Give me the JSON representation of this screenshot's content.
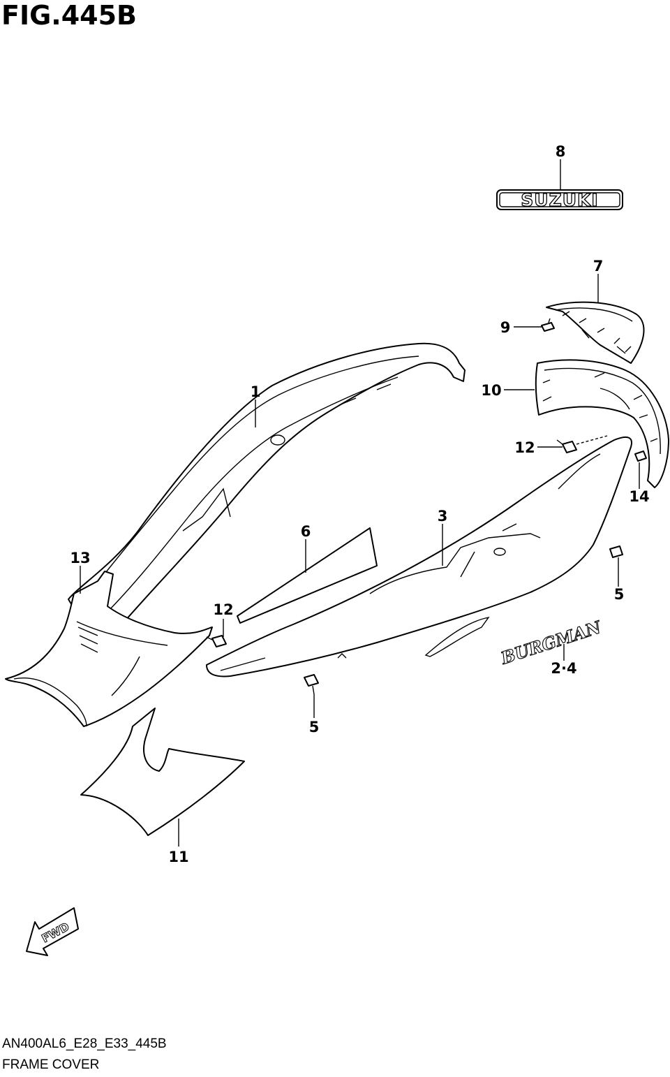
{
  "figure": {
    "title": "FIG.445B",
    "model_code": "AN400AL6_E28_E33_445B",
    "section_name": "FRAME COVER"
  },
  "callouts": {
    "c1": "1",
    "c2_4": "2·4",
    "c3": "3",
    "c5a": "5",
    "c5b": "5",
    "c6": "6",
    "c7": "7",
    "c8": "8",
    "c9": "9",
    "c10": "10",
    "c11": "11",
    "c12a": "12",
    "c12b": "12",
    "c13": "13",
    "c14": "14"
  },
  "decals": {
    "suzuki": "SUZUKI",
    "burgman": "BURGMAN"
  },
  "direction_arrow": {
    "label": "FWD"
  }
}
